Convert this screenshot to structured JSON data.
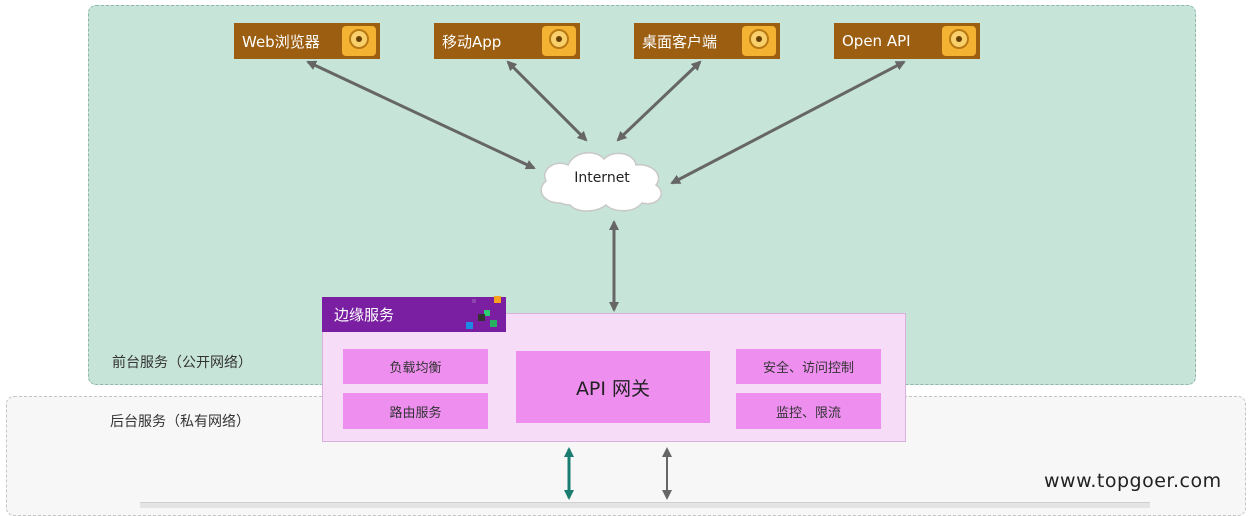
{
  "clients": [
    {
      "label": "Web浏览器",
      "icon": "disk-icon"
    },
    {
      "label": "移动App",
      "icon": "disk-icon"
    },
    {
      "label": "桌面客户端",
      "icon": "disk-icon"
    },
    {
      "label": "Open API",
      "icon": "disk-icon"
    }
  ],
  "internet": {
    "label": "Internet"
  },
  "zones": {
    "front": "前台服务（公开网络）",
    "back": "后台服务（私有网络）"
  },
  "edge": {
    "title": "边缘服务",
    "left_features": [
      "负载均衡",
      "路由服务"
    ],
    "gateway": "API 网关",
    "right_features": [
      "安全、访问控制",
      "监控、限流"
    ]
  },
  "watermark": "www.topgoer.com",
  "colors": {
    "front_zone": "#c7e4d9",
    "client_box": "#9c5e10",
    "edge_header": "#7b1fa2",
    "edge_body": "#f6dcf7",
    "feature_box": "#ee8ff0",
    "arrow_gray": "#666666",
    "arrow_teal": "#1b7d72"
  }
}
